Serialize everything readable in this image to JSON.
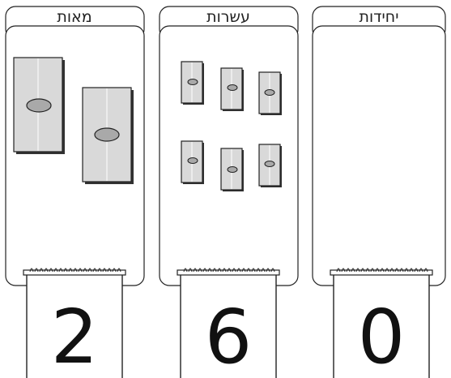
{
  "columns": [
    {
      "id": "hundreds",
      "title": "מאות",
      "digit": "2",
      "blocks": {
        "kind": "hundred",
        "count": 2
      }
    },
    {
      "id": "tens",
      "title": "עשרות",
      "digit": "6",
      "blocks": {
        "kind": "ten",
        "count": 6
      }
    },
    {
      "id": "units",
      "title": "יחידות",
      "digit": "0",
      "blocks": {
        "kind": "unit",
        "count": 0
      }
    }
  ],
  "colors": {
    "outline": "#222222",
    "block_fill": "#d9d9d9",
    "block_shadow": "#333333",
    "oval_fill": "#a9a9a9"
  }
}
